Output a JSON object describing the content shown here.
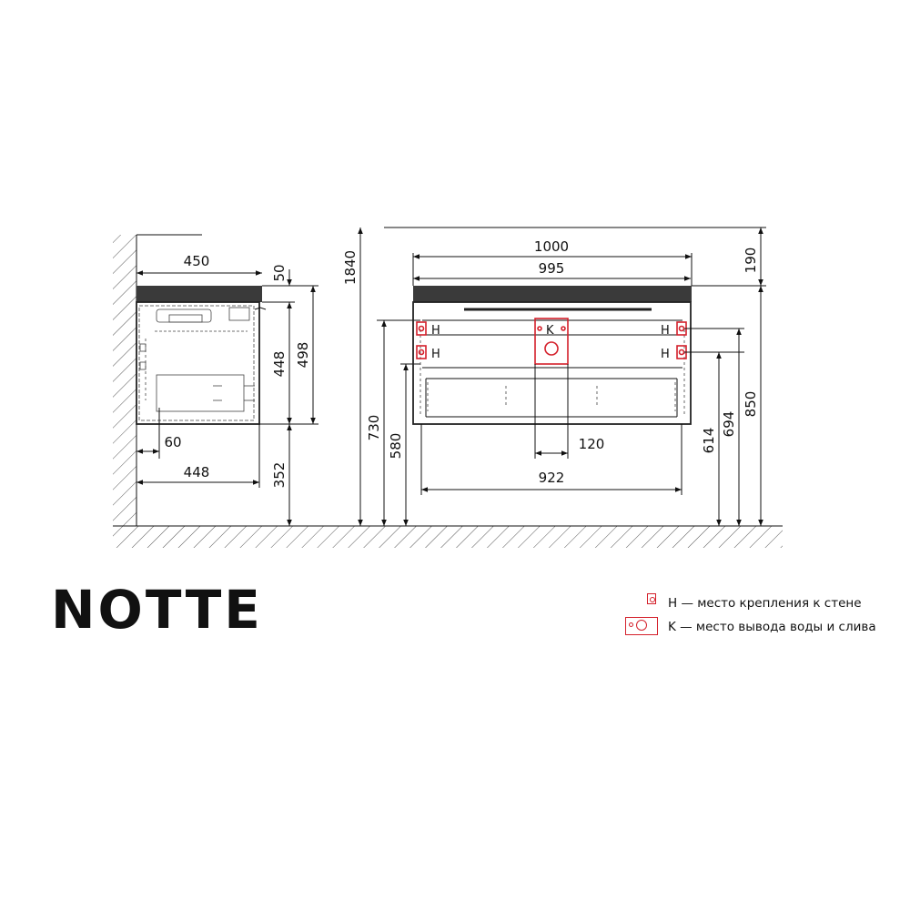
{
  "drawing": {
    "dimensions": {
      "side_width_top": "450",
      "side_countertop_thickness": "50",
      "side_body_height": "448",
      "side_total_height": "498",
      "side_wall_offset": "60",
      "side_depth_bottom": "448",
      "side_floor_gap": "352",
      "total_height_1840": "1840",
      "height_730": "730",
      "height_580": "580",
      "front_width_top": "1000",
      "front_width_body": "995",
      "front_top_offset": "190",
      "front_drain_offset": "120",
      "front_mount_span": "922",
      "height_614": "614",
      "height_694": "694",
      "height_850": "850"
    },
    "markers": {
      "mount": "H",
      "drain": "K"
    }
  },
  "brand": {
    "name": "NOTTE"
  },
  "legend": {
    "items": [
      {
        "icon": "wall-mount-icon",
        "text": "H — место крепления к стене"
      },
      {
        "icon": "water-drain-icon",
        "text": "K — место вывода воды и слива"
      }
    ]
  },
  "colors": {
    "line": "#111111",
    "accent": "#d4202b"
  }
}
